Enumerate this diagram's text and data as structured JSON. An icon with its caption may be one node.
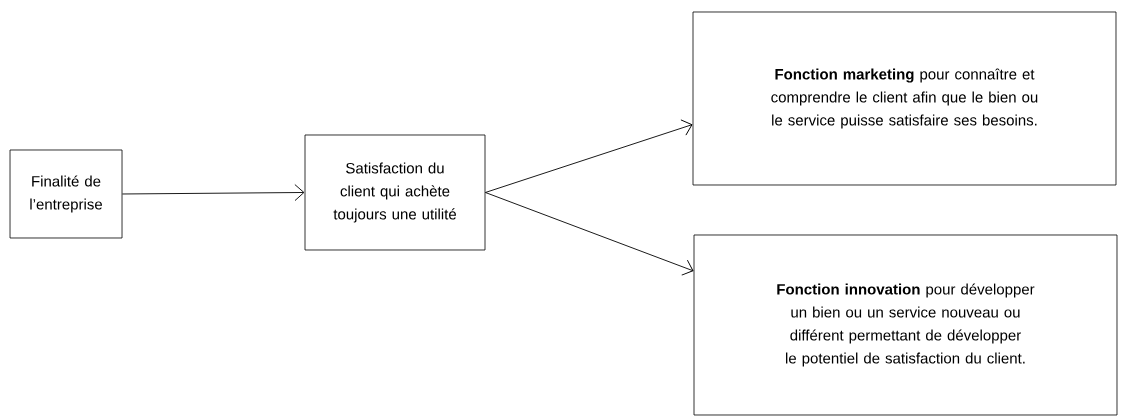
{
  "diagram": {
    "nodes": [
      {
        "text": [
          "Finalité de l’entreprise"
        ]
      },
      {
        "text": [
          "Satisfaction du client qui achète toujours une utilité"
        ]
      },
      {
        "text": [
          "**Fonction marketing**  pour connaître et comprendre le client afin que le bien ou le service puisse satisfaire ses besoins."
        ]
      },
      {
        "text": [
          "**Fonction innovation** pour développer un bien ou un service nouveau ou différent permettant de développer le potentiel de satisfaction du client."
        ]
      }
    ],
    "edges": [
      {
        "from": 0,
        "to": 1,
        "arrow": "to"
      },
      {
        "from": 1,
        "to": 2,
        "arrow": "to"
      },
      {
        "from": 1,
        "to": 3,
        "arrow": "to"
      }
    ]
  }
}
